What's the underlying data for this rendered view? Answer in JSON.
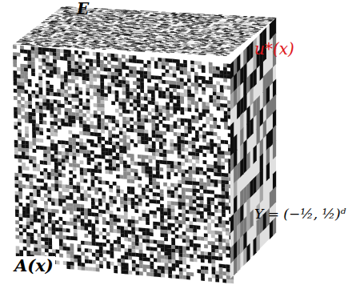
{
  "diagram": {
    "labels": [
      "E",
      "u*(x)",
      "A(x)",
      "Y = (−½, ½)ᵈ"
    ]
  }
}
